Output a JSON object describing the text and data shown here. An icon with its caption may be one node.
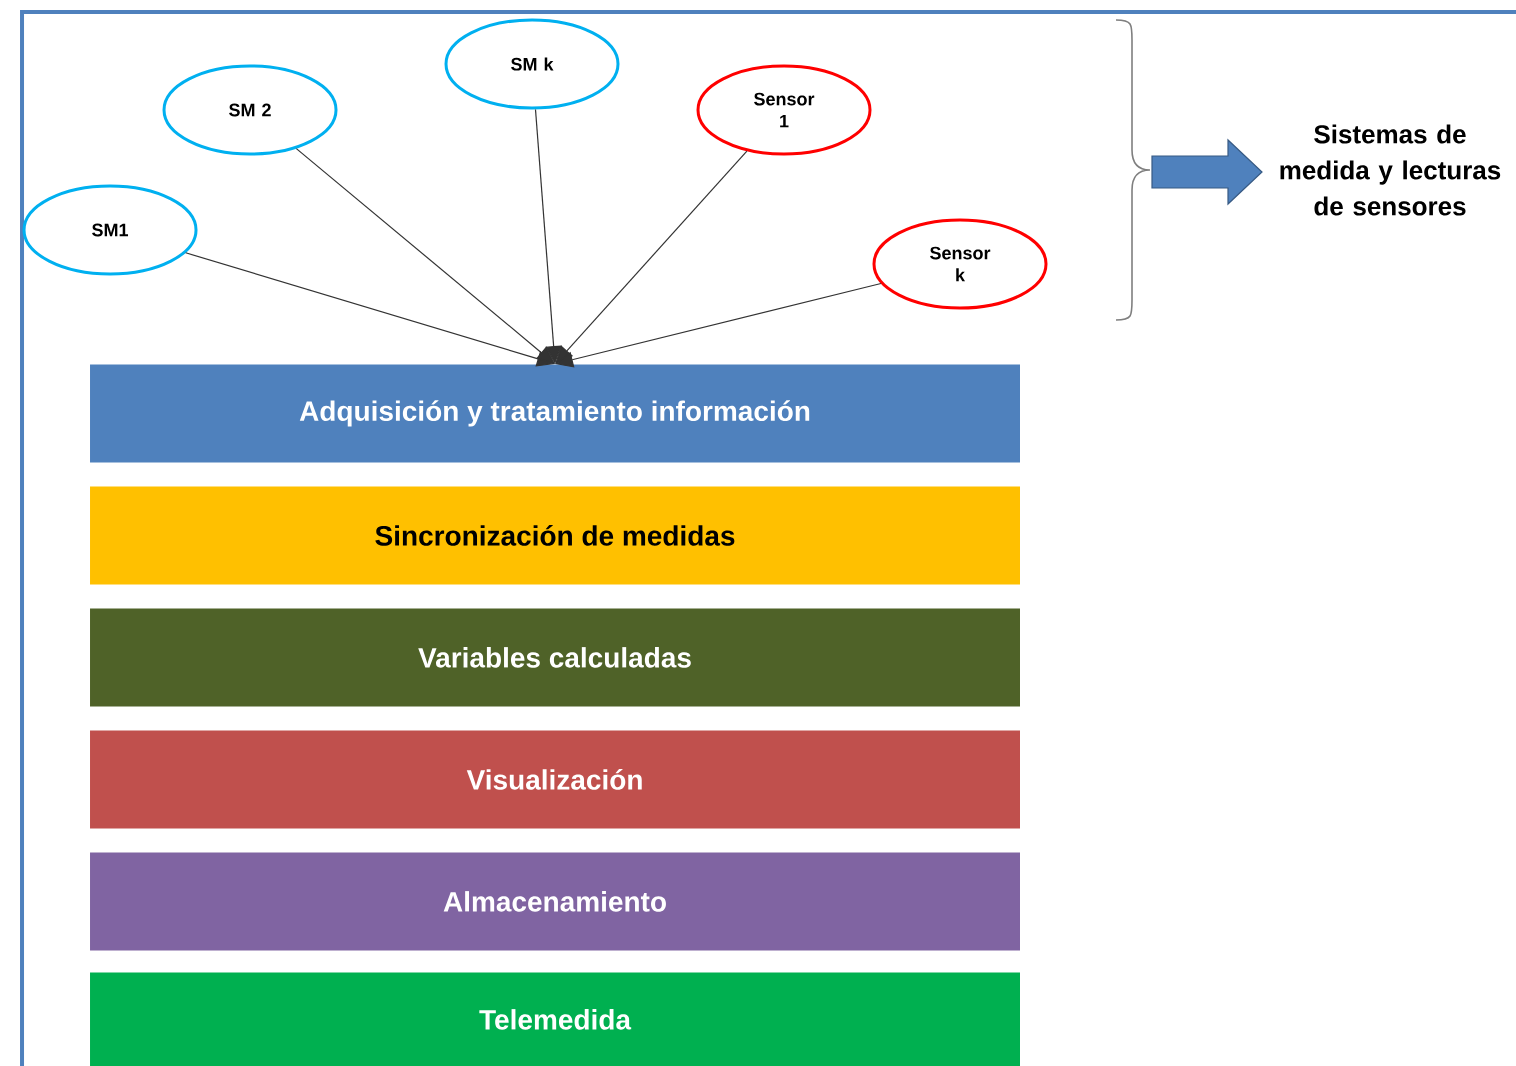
{
  "diagram": {
    "nodes": [
      {
        "text": [
          "SM1"
        ]
      },
      {
        "text": [
          "SM 2"
        ]
      },
      {
        "text": [
          "SM k"
        ]
      },
      {
        "text": [
          "Sensor 1"
        ]
      },
      {
        "text": [
          "Sensor k"
        ]
      },
      {
        "text": [
          "Adquisición y tratamiento información"
        ]
      },
      {
        "text": [
          "Sincronización de medidas"
        ]
      },
      {
        "text": [
          "Variables calculadas"
        ]
      },
      {
        "text": [
          "Visualización"
        ]
      },
      {
        "text": [
          "Almacenamiento"
        ]
      },
      {
        "text": [
          "Telemedida"
        ]
      }
    ],
    "edges": [
      {
        "from": 0,
        "to": 5,
        "arrow": "to"
      },
      {
        "from": 1,
        "to": 5,
        "arrow": "to"
      },
      {
        "from": 2,
        "to": 5,
        "arrow": "to"
      },
      {
        "from": 3,
        "to": 5,
        "arrow": "to"
      },
      {
        "from": 4,
        "to": 5,
        "arrow": "to"
      }
    ],
    "labels": [
      "Sistemas de medida y lecturas de sensores"
    ]
  }
}
